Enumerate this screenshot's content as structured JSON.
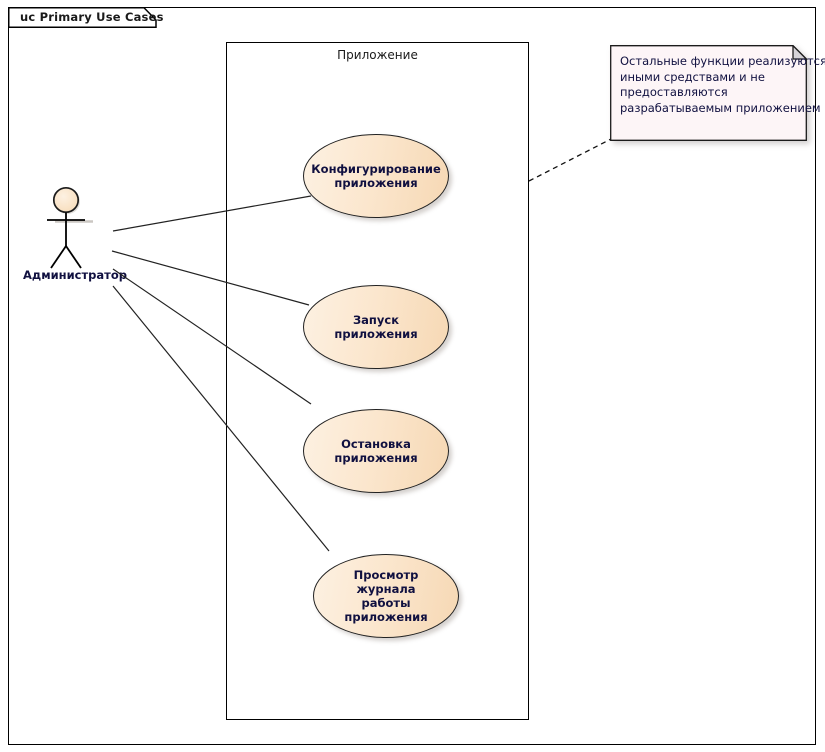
{
  "frame": {
    "tab_label": "uc Primary Use Cases"
  },
  "system_boundary": {
    "label": "Приложение"
  },
  "actor": {
    "name": "Администратор",
    "icon": "stick-figure-actor-icon"
  },
  "use_cases": [
    {
      "id": "configure-application",
      "line1": "Конфигурирование",
      "line2": "приложения"
    },
    {
      "id": "start-application",
      "line1": "Запуск приложения",
      "line2": ""
    },
    {
      "id": "stop-application",
      "line1": "Остановка",
      "line2": "приложения"
    },
    {
      "id": "view-application-log",
      "line1": "Просмотр журнала",
      "line2": "работы приложения"
    }
  ],
  "note": {
    "line1": "Остальные функции реализуются",
    "line2": "иными средствами и не",
    "line3": "предоставляются",
    "line4": "разрабатываемым приложением"
  },
  "colors": {
    "usecase_fill_light": "#fdf1e2",
    "usecase_fill_dark": "#f6d8b4",
    "note_fill": "#fdf5f7",
    "outline": "#222222",
    "text": "#101040",
    "background": "#ffffff"
  }
}
